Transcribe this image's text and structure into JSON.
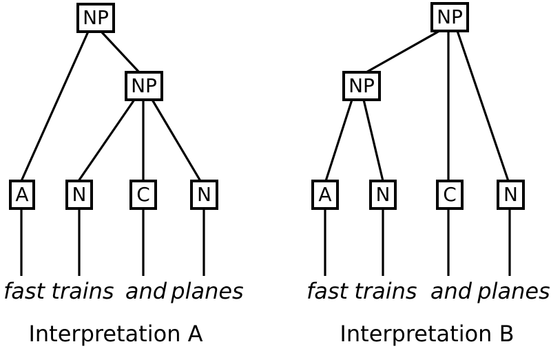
{
  "figure": {
    "background": "#ffffff",
    "ink": "#000000",
    "description_note": "Two constituency parse trees of the same word sequence"
  },
  "trees": [
    {
      "caption": "Interpretation A",
      "nodes": [
        {
          "id": "np-root",
          "label": "NP"
        },
        {
          "id": "np-inner",
          "label": "NP"
        },
        {
          "id": "a",
          "label": "A"
        },
        {
          "id": "n1",
          "label": "N"
        },
        {
          "id": "c",
          "label": "C"
        },
        {
          "id": "n2",
          "label": "N"
        }
      ],
      "words": [
        "fast",
        "trains",
        "and",
        "planes"
      ],
      "edges": [
        [
          "np-root",
          "a"
        ],
        [
          "np-root",
          "np-inner"
        ],
        [
          "np-inner",
          "n1"
        ],
        [
          "np-inner",
          "c"
        ],
        [
          "np-inner",
          "n2"
        ],
        [
          "a",
          "fast"
        ],
        [
          "n1",
          "trains"
        ],
        [
          "c",
          "and"
        ],
        [
          "n2",
          "planes"
        ]
      ]
    },
    {
      "caption": "Interpretation B",
      "nodes": [
        {
          "id": "np-root",
          "label": "NP"
        },
        {
          "id": "np-inner",
          "label": "NP"
        },
        {
          "id": "a",
          "label": "A"
        },
        {
          "id": "n1",
          "label": "N"
        },
        {
          "id": "c",
          "label": "C"
        },
        {
          "id": "n2",
          "label": "N"
        }
      ],
      "words": [
        "fast",
        "trains",
        "and",
        "planes"
      ],
      "edges": [
        [
          "np-root",
          "np-inner"
        ],
        [
          "np-root",
          "c"
        ],
        [
          "np-root",
          "n2"
        ],
        [
          "np-inner",
          "a"
        ],
        [
          "np-inner",
          "n1"
        ],
        [
          "a",
          "fast"
        ],
        [
          "n1",
          "trains"
        ],
        [
          "c",
          "and"
        ],
        [
          "n2",
          "planes"
        ]
      ]
    }
  ]
}
